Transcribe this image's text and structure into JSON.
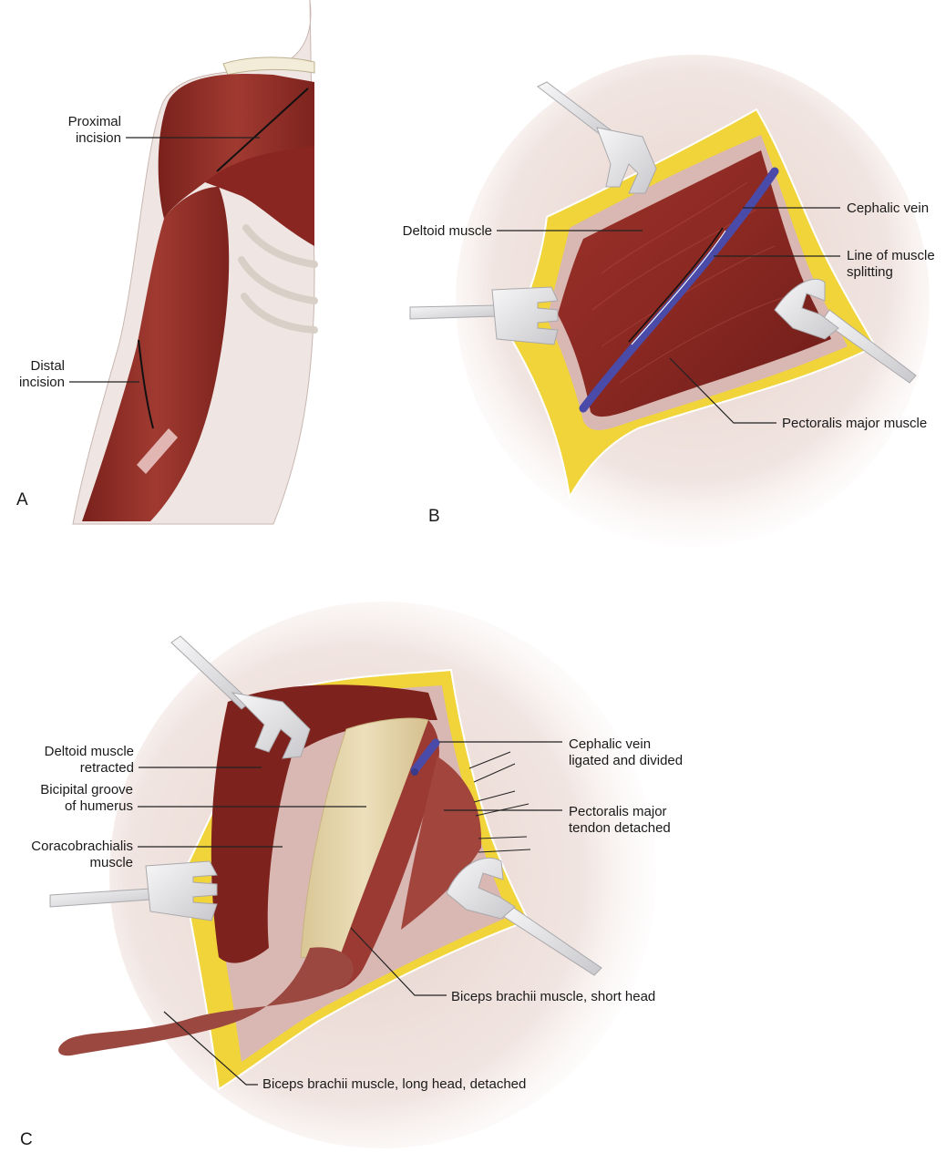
{
  "figure": {
    "panels": [
      {
        "id": "A",
        "letter": "A",
        "labels": [
          {
            "key": "proximal-incision",
            "lines": [
              "Proximal",
              "incision"
            ]
          },
          {
            "key": "distal-incision",
            "lines": [
              "Distal",
              "incision"
            ]
          }
        ]
      },
      {
        "id": "B",
        "letter": "B",
        "labels": [
          {
            "key": "deltoid-muscle",
            "lines": [
              "Deltoid muscle"
            ]
          },
          {
            "key": "cephalic-vein",
            "lines": [
              "Cephalic vein"
            ]
          },
          {
            "key": "line-of-muscle-splitting",
            "lines": [
              "Line of muscle",
              "splitting"
            ]
          },
          {
            "key": "pectoralis-major-muscle",
            "lines": [
              "Pectoralis major muscle"
            ]
          }
        ]
      },
      {
        "id": "C",
        "letter": "C",
        "labels": [
          {
            "key": "deltoid-muscle-retracted",
            "lines": [
              "Deltoid muscle",
              "retracted"
            ]
          },
          {
            "key": "bicipital-groove",
            "lines": [
              "Bicipital groove",
              "of humerus"
            ]
          },
          {
            "key": "coracobrachialis-muscle",
            "lines": [
              "Coracobrachialis",
              "muscle"
            ]
          },
          {
            "key": "cephalic-vein-ligated",
            "lines": [
              "Cephalic vein",
              "ligated and divided"
            ]
          },
          {
            "key": "pectoralis-tendon-detached",
            "lines": [
              "Pectoralis major",
              "tendon detached"
            ]
          },
          {
            "key": "biceps-short-head",
            "lines": [
              "Biceps brachii muscle, short head"
            ]
          },
          {
            "key": "biceps-long-head",
            "lines": [
              "Biceps brachii muscle, long head, detached"
            ]
          }
        ]
      }
    ],
    "colors": {
      "muscle": "#8e2a24",
      "muscle_dark": "#6b1c18",
      "muscle_light": "#b04a40",
      "fat": "#f1d43a",
      "skin": "#ecdcd6",
      "vein": "#4a4aa8",
      "bone": "#e6d6ad",
      "retractor": "#e8e8ea",
      "leader": "#222222"
    }
  }
}
